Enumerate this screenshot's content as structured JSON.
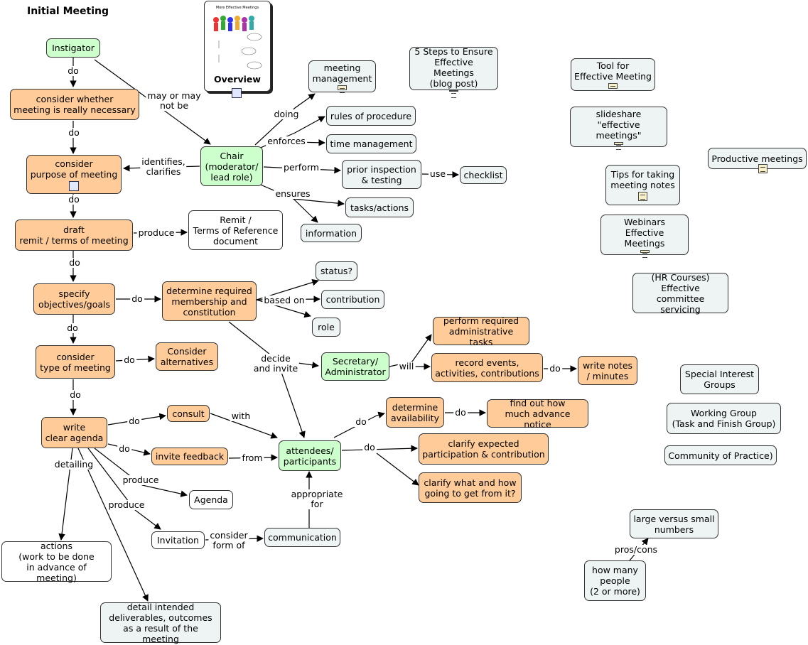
{
  "title": "Initial Meeting",
  "overview": {
    "label": "Overview",
    "thumbnail_title": "More Effective Meetings"
  },
  "nodes": [
    {
      "id": "instigator",
      "text": "Instigator",
      "style": "green"
    },
    {
      "id": "consider-necessary",
      "text": "consider whether\nmeeting is really necessary",
      "style": "orange"
    },
    {
      "id": "consider-purpose",
      "text": "consider\npurpose of meeting",
      "style": "orange",
      "icon": "map"
    },
    {
      "id": "draft-remit",
      "text": "draft\nremit / terms of meeting",
      "style": "orange"
    },
    {
      "id": "remit-doc",
      "text": "Remit /\nTerms of Reference\ndocument",
      "style": "white"
    },
    {
      "id": "specify-objectives",
      "text": "specify\nobjectives/goals",
      "style": "orange"
    },
    {
      "id": "determine-membership",
      "text": "determine required\nmembership and\nconstitution",
      "style": "orange"
    },
    {
      "id": "status",
      "text": "status?",
      "style": "gray"
    },
    {
      "id": "contribution",
      "text": "contribution",
      "style": "gray"
    },
    {
      "id": "role",
      "text": "role",
      "style": "gray"
    },
    {
      "id": "consider-type",
      "text": "consider\ntype of meeting",
      "style": "orange"
    },
    {
      "id": "consider-alternatives",
      "text": "Consider\nalternatives",
      "style": "orange"
    },
    {
      "id": "write-agenda",
      "text": "write\nclear agenda",
      "style": "orange"
    },
    {
      "id": "consult",
      "text": "consult",
      "style": "orange"
    },
    {
      "id": "invite-feedback",
      "text": "invite feedback",
      "style": "orange"
    },
    {
      "id": "agenda",
      "text": "Agenda",
      "style": "white"
    },
    {
      "id": "invitation",
      "text": "Invitation",
      "style": "white"
    },
    {
      "id": "communication",
      "text": "communication",
      "style": "gray"
    },
    {
      "id": "actions",
      "text": "actions\n(work to be done\nin advance of meeting)",
      "style": "white"
    },
    {
      "id": "detail-deliverables",
      "text": "detail intended\ndeliverables, outcomes\nas a result of the meeting",
      "style": "gray"
    },
    {
      "id": "chair",
      "text": "Chair\n(moderator/\nlead role)",
      "style": "green"
    },
    {
      "id": "meeting-management",
      "text": "meeting\nmanagement",
      "style": "gray",
      "icon": "doc"
    },
    {
      "id": "rules-of-procedure",
      "text": "rules of procedure",
      "style": "gray"
    },
    {
      "id": "time-management",
      "text": "time management",
      "style": "gray"
    },
    {
      "id": "prior-inspection",
      "text": "prior inspection\n& testing",
      "style": "gray"
    },
    {
      "id": "checklist",
      "text": "checklist",
      "style": "gray"
    },
    {
      "id": "tasks-actions",
      "text": "tasks/actions",
      "style": "gray"
    },
    {
      "id": "information",
      "text": "information",
      "style": "gray"
    },
    {
      "id": "secretary",
      "text": "Secretary/\nAdministrator",
      "style": "green"
    },
    {
      "id": "perform-admin",
      "text": "perform required\nadministrative tasks",
      "style": "orange"
    },
    {
      "id": "record-events",
      "text": "record events,\nactivities, contributions",
      "style": "orange"
    },
    {
      "id": "write-notes",
      "text": "write notes\n/ minutes",
      "style": "orange"
    },
    {
      "id": "attendees",
      "text": "attendees/\nparticipants",
      "style": "green"
    },
    {
      "id": "determine-availability",
      "text": "determine\navailability",
      "style": "orange"
    },
    {
      "id": "find-out-notice",
      "text": "find out how\nmuch advance notice",
      "style": "orange"
    },
    {
      "id": "clarify-participation",
      "text": "clarify expected\nparticipation & contribution",
      "style": "orange"
    },
    {
      "id": "clarify-what",
      "text": "clarify what and how\ngoing to get from it?",
      "style": "orange"
    },
    {
      "id": "five-steps",
      "text": "5 Steps to Ensure\nEffective Meetings\n(blog post)",
      "style": "gray",
      "icon": "doc"
    },
    {
      "id": "tool-effective",
      "text": "Tool for\nEffective Meeting",
      "style": "gray",
      "icon": "doc"
    },
    {
      "id": "slideshare",
      "text": "slideshare\n\"effective meetings\"",
      "style": "gray",
      "icon": "doc"
    },
    {
      "id": "productive-meetings",
      "text": "Productive meetings",
      "style": "gray",
      "icon": "doc"
    },
    {
      "id": "tips-notes",
      "text": "Tips for taking\nmeeting notes",
      "style": "gray",
      "icon": "doc"
    },
    {
      "id": "webinars",
      "text": "Webinars\nEffective Meetings",
      "style": "gray",
      "icon": "doc"
    },
    {
      "id": "hr-courses",
      "text": "(HR Courses)\nEffective committee\nservicing",
      "style": "gray"
    },
    {
      "id": "special-interest",
      "text": "Special Interest\nGroups",
      "style": "gray"
    },
    {
      "id": "working-group",
      "text": "Working Group\n(Task and Finish Group)",
      "style": "gray"
    },
    {
      "id": "community-practice",
      "text": "Community of Practice)",
      "style": "gray"
    },
    {
      "id": "large-small",
      "text": "large versus small\nnumbers",
      "style": "gray"
    },
    {
      "id": "how-many",
      "text": "how many\npeople\n(2 or more)",
      "style": "gray"
    }
  ],
  "links": [
    {
      "id": "do-1",
      "text": "do"
    },
    {
      "id": "do-2",
      "text": "do"
    },
    {
      "id": "do-3",
      "text": "do"
    },
    {
      "id": "do-4",
      "text": "do"
    },
    {
      "id": "do-5",
      "text": "do"
    },
    {
      "id": "do-6",
      "text": "do"
    },
    {
      "id": "may-or-may-not-be",
      "text": "may or may\nnot be"
    },
    {
      "id": "identifies-clarifies",
      "text": "identifies,\nclarifies"
    },
    {
      "id": "produce-1",
      "text": "produce"
    },
    {
      "id": "do-membership",
      "text": "do"
    },
    {
      "id": "based-on",
      "text": "based on"
    },
    {
      "id": "do-alternatives",
      "text": "do"
    },
    {
      "id": "decide-and-invite",
      "text": "decide\nand invite"
    },
    {
      "id": "do-consult",
      "text": "do"
    },
    {
      "id": "with",
      "text": "with"
    },
    {
      "id": "do-feedback",
      "text": "do"
    },
    {
      "id": "from",
      "text": "from"
    },
    {
      "id": "detailing",
      "text": "detailing"
    },
    {
      "id": "produce-agenda",
      "text": "produce"
    },
    {
      "id": "produce-invitation",
      "text": "produce"
    },
    {
      "id": "consider-form-of",
      "text": "consider\nform of"
    },
    {
      "id": "appropriate-for",
      "text": "appropriate\nfor"
    },
    {
      "id": "doing",
      "text": "doing"
    },
    {
      "id": "enforces",
      "text": "enforces"
    },
    {
      "id": "perform",
      "text": "perform"
    },
    {
      "id": "use",
      "text": "use"
    },
    {
      "id": "ensures",
      "text": "ensures"
    },
    {
      "id": "will",
      "text": "will"
    },
    {
      "id": "do-notes",
      "text": "do"
    },
    {
      "id": "do-availability",
      "text": "do"
    },
    {
      "id": "do-notice",
      "text": "do"
    },
    {
      "id": "do-participation",
      "text": "do"
    },
    {
      "id": "pros-cons",
      "text": "pros/cons"
    }
  ]
}
